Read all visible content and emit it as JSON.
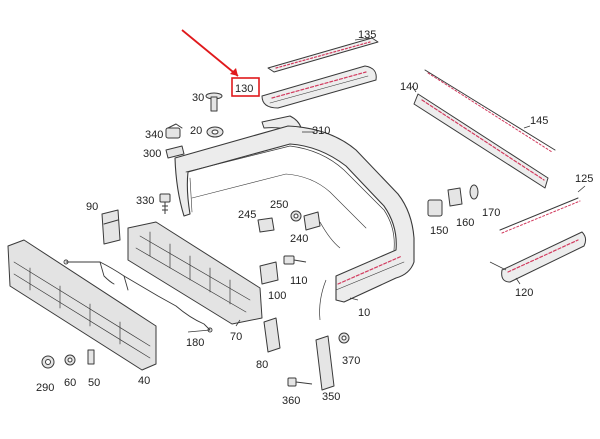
{
  "colors": {
    "line": "#3a3a3a",
    "part_fill": "#e5e5e5",
    "accent_pink": "#d23a5e",
    "highlight": "#e0191c",
    "background": "#ffffff"
  },
  "callouts": {
    "p135": "135",
    "p130": "130",
    "p140": "140",
    "p145": "145",
    "p125": "125",
    "p120": "120",
    "p30": "30",
    "p20": "20",
    "p340": "340",
    "p310": "310",
    "p300": "300",
    "p330": "330",
    "p90": "90",
    "p250": "250",
    "p245": "245",
    "p240": "240",
    "p150": "150",
    "p160": "160",
    "p170": "170",
    "p110": "110",
    "p100": "100",
    "p10": "10",
    "p180": "180",
    "p70": "70",
    "p80": "80",
    "p370": "370",
    "p290": "290",
    "p60": "60",
    "p50": "50",
    "p40": "40",
    "p360": "360",
    "p350": "350"
  },
  "highlighted_callout": "130"
}
